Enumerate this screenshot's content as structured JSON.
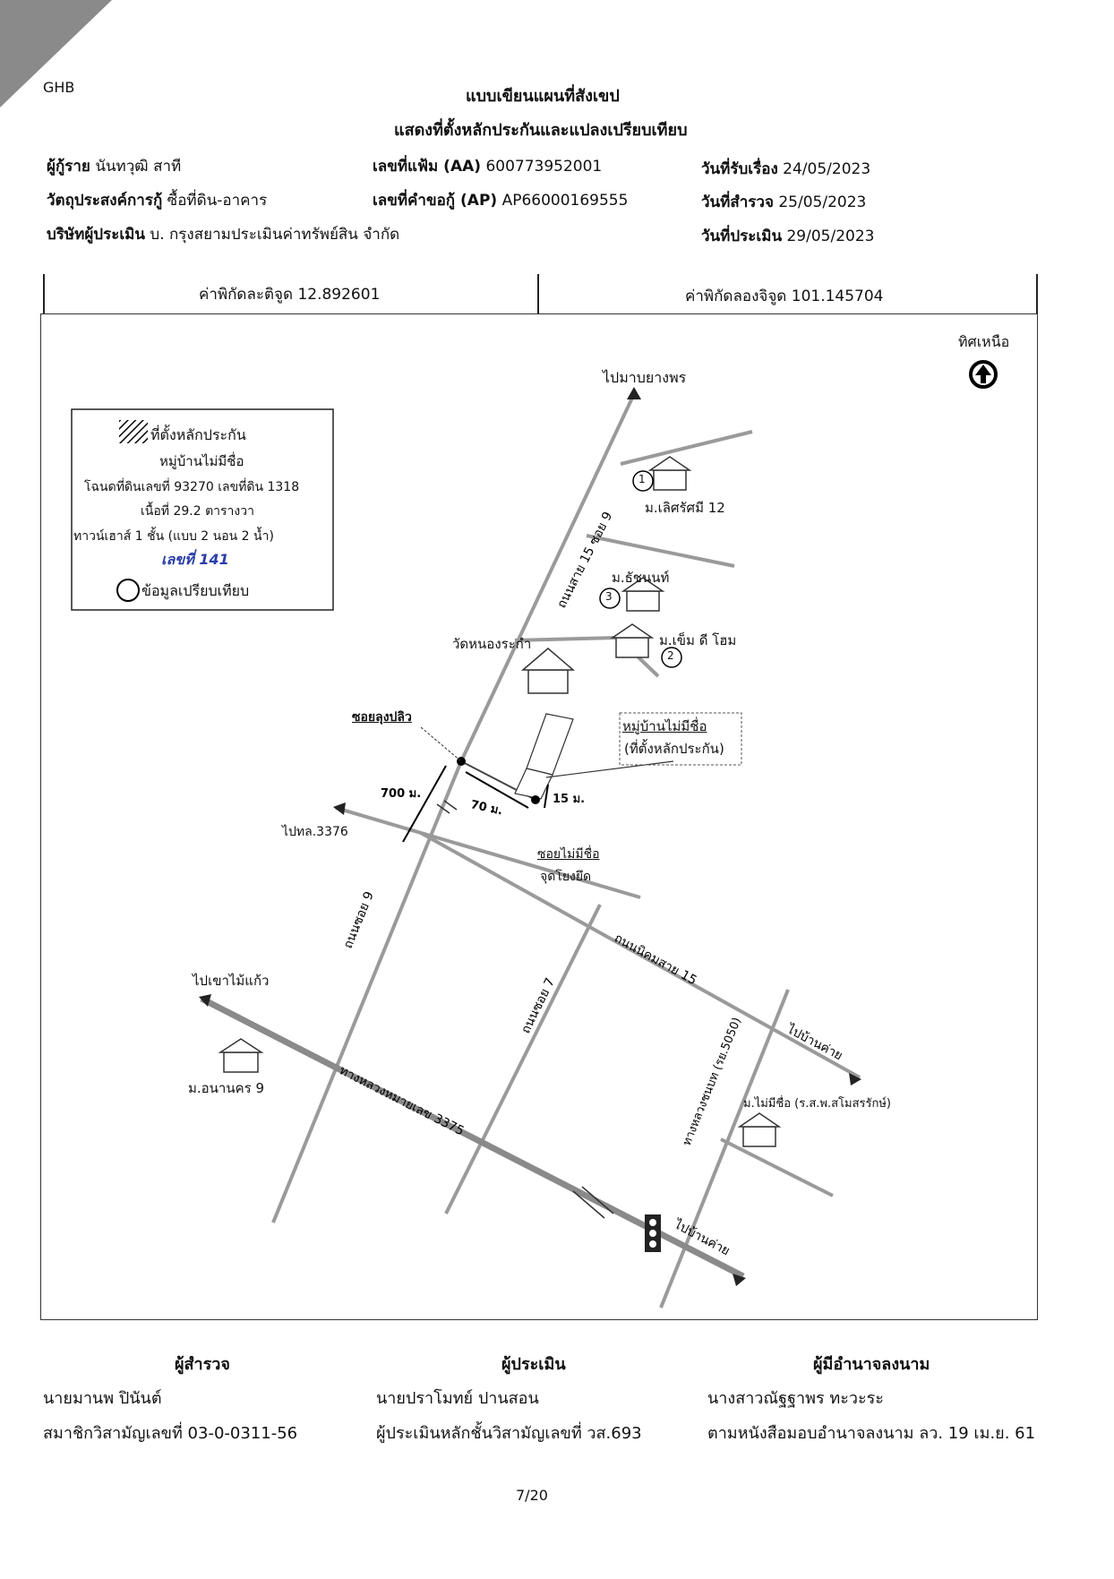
{
  "header": {
    "corner_tag": "GHB",
    "title_line1": "แบบเขียนแผนที่สังเขป",
    "title_line2": "แสดงที่ตั้งหลักประกันและแปลงเปรียบเทียบ"
  },
  "info": {
    "borrower_label": "ผู้กู้ราย",
    "borrower_value": "นันทวุฒิ สาที",
    "purpose_label": "วัตถุประสงค์การกู้",
    "purpose_value": "ซื้อที่ดิน-อาคาร",
    "company_label": "บริษัทผู้ประเมิน",
    "company_value": "บ. กรุงสยามประเมินค่าทรัพย์สิน จำกัด",
    "file_no_label": "เลขที่แฟ้ม (AA)",
    "file_no_value": "600773952001",
    "request_no_label": "เลขที่คำขอกู้ (AP)",
    "request_no_value": "AP66000169555",
    "received_label": "วันที่รับเรื่อง",
    "received_value": "24/05/2023",
    "survey_label": "วันที่สำรวจ",
    "survey_value": "25/05/2023",
    "appraisal_label": "วันที่ประเมิน",
    "appraisal_value": "29/05/2023"
  },
  "coords": {
    "lat_text": "ค่าพิกัดละติจูด 12.892601",
    "lon_text": "ค่าพิกัดลองจิจูด 101.145704"
  },
  "legend": {
    "collateral_label": "ที่ตั้งหลักประกัน",
    "village_line": "หมู่บ้านไม่มีชื่อ",
    "deed_line": "โฉนดที่ดินเลขที่ 93270 เลขที่ดิน 1318",
    "area_line": "เนื้อที่ 29.2 ตารางวา",
    "building_line": "ทาวน์เฮาส์ 1 ชั้น (แบบ 2 นอน 2 น้ำ)",
    "handwritten_note": "เลขที่ 141",
    "comparison_label": "ข้อมูลเปรียบเทียบ"
  },
  "map": {
    "north_label": "ทิศเหนือ",
    "to_yangphon": "ไปมาบยางพร",
    "village_1_num": "1",
    "village_1": "ม.เลิศรัศมี 12",
    "village_3_num": "3",
    "village_3": "ม.ธัชนนท์",
    "village_2_num": "2",
    "village_2": "ม.เข็ม ดี โฮม",
    "temple": "วัดหนองระกำ",
    "road_soi9_upper": "ถนนสาย 15 ซอย 9",
    "pin_label": "ซอยลุงปลิว",
    "target_village": "หมู่บ้านไม่มีชื่อ",
    "target_sub": "(ที่ตั้งหลักประกัน)",
    "dist_700": "700 ม.",
    "dist_70": "70 ม.",
    "dist_15": "15 ม.",
    "to_thl3376": "ไปทล.3376",
    "soi_noname": "ซอยไม่มีชื่อ",
    "reference_point": "จุดโยงยึด",
    "road_soi9": "ถนนซอย 9",
    "road_nikhom15": "ถนนนิคมสาย 15",
    "to_khaomaikaeo": "ไปเขาไม้แก้ว",
    "road_soi7": "ถนนซอย 7",
    "to_banchai_1": "ไปบ้านค่าย",
    "village_anankhon": "ม.อนานคร 9",
    "highway_3375": "ทางหลวงหมายเลข 3375",
    "road_5050": "ทางหลวงชนบท (รย.5050)",
    "village_right": "ม.ไม่มีชื่อ (ร.ส.พ.สโมสรรักษ์)",
    "to_banchai_2": "ไปบ้านค่าย"
  },
  "signatures": {
    "surveyor_title": "ผู้สำรวจ",
    "surveyor_name": "นายมานพ ปินันต์",
    "surveyor_id": "สมาชิกวิสามัญเลขที่ 03-0-0311-56",
    "appraiser_title": "ผู้ประเมิน",
    "appraiser_name": "นายปราโมทย์ ปานสอน",
    "appraiser_id": "ผู้ประเมินหลักชั้นวิสามัญเลขที่ วส.693",
    "authorized_title": "ผู้มีอำนาจลงนาม",
    "authorized_name": "นางสาวณัฐฐาพร ทะวะระ",
    "authorized_ref": "ตามหนังสือมอบอำนาจลงนาม ลว. 19 เม.ย. 61"
  },
  "footer": {
    "page": "7/20"
  },
  "colors": {
    "ink": "#111111",
    "road": "#9a9a9a",
    "handwriting": "#2a3fa8"
  }
}
